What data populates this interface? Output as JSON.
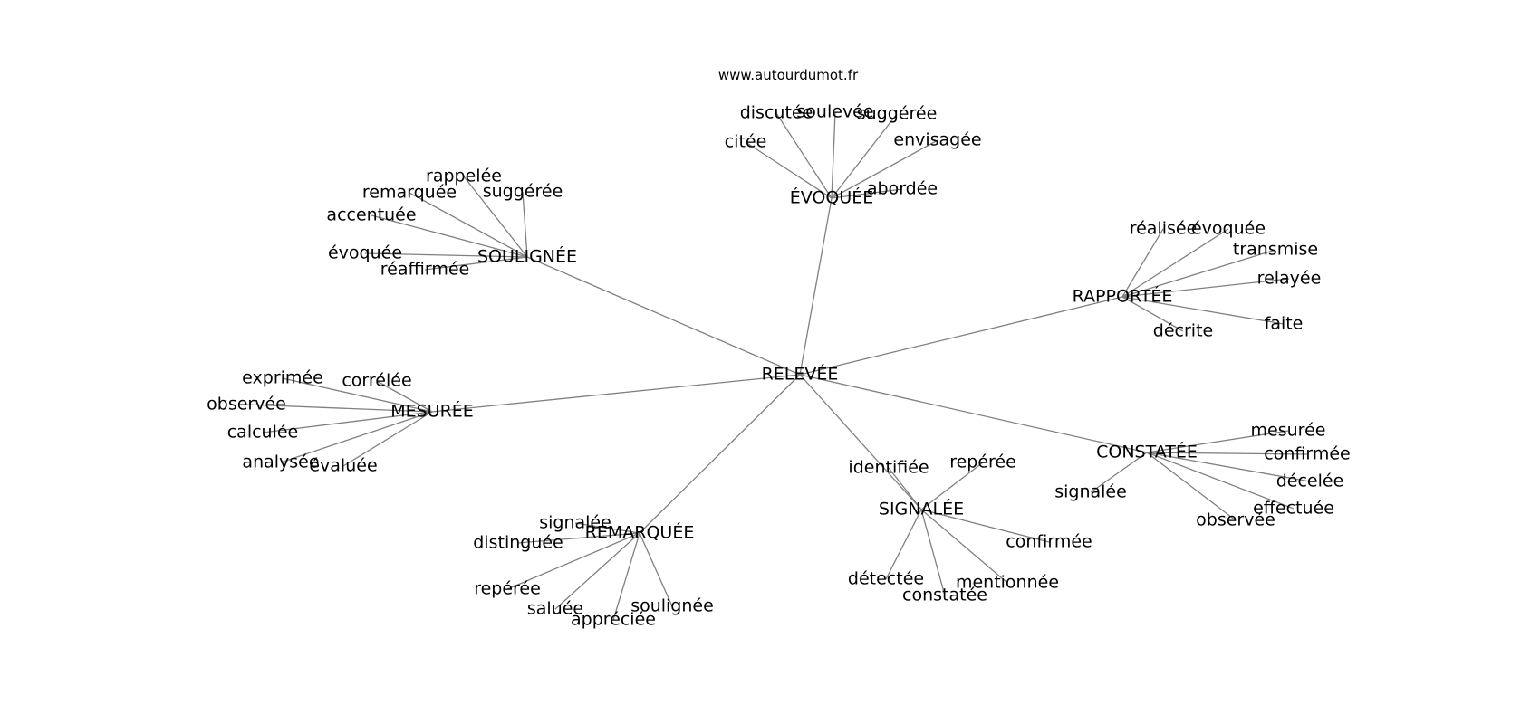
{
  "source": "www.autourdumot.fr",
  "center": "RELEVÉE",
  "hubs": [
    {
      "label": "ÉVOQUÉE",
      "leaves": [
        "discutée",
        "soulevée",
        "suggérée",
        "envisagée",
        "citée",
        "abordée"
      ]
    },
    {
      "label": "SOULIGNÉE",
      "leaves": [
        "rappelée",
        "remarquée",
        "suggérée",
        "accentuée",
        "évoquée",
        "réaffirmée"
      ]
    },
    {
      "label": "RAPPORTÉE",
      "leaves": [
        "réalisée",
        "évoquée",
        "transmise",
        "relayée",
        "faite",
        "décrite"
      ]
    },
    {
      "label": "MESURÉE",
      "leaves": [
        "exprimée",
        "corrélée",
        "observée",
        "calculée",
        "analysée",
        "évaluée"
      ]
    },
    {
      "label": "CONSTATÉE",
      "leaves": [
        "mesurée",
        "confirmée",
        "décelée",
        "effectuée",
        "observée",
        "signalée"
      ]
    },
    {
      "label": "SIGNALÉE",
      "leaves": [
        "identifiée",
        "repérée",
        "confirmée",
        "mentionnée",
        "constatée",
        "détectée"
      ]
    },
    {
      "label": "REMARQUÉE",
      "leaves": [
        "signalée",
        "distinguée",
        "repérée",
        "saluée",
        "appréciée",
        "soulignée"
      ]
    }
  ]
}
